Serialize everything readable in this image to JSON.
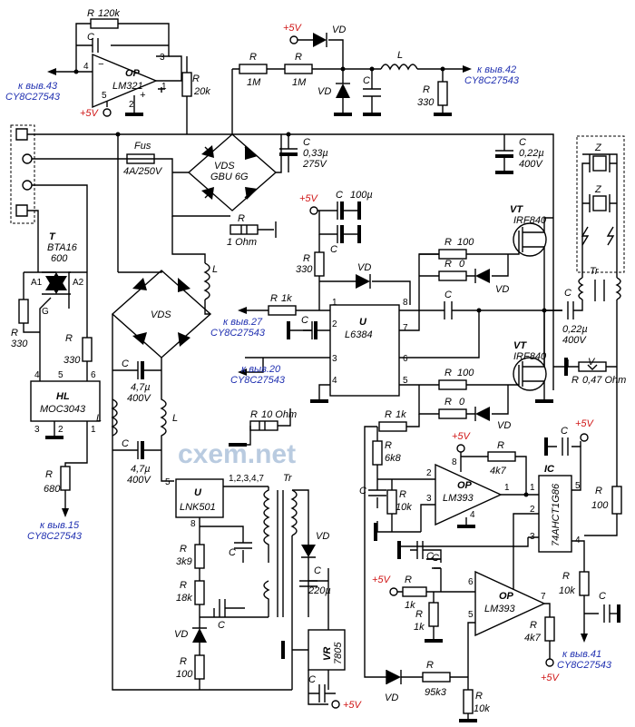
{
  "op_lm321": {
    "ref": "OP",
    "part": "LM321",
    "r_fb": "R",
    "r_fb_val": "120k",
    "c_fb": "C",
    "r_out": "R",
    "r_out_val": "20k",
    "pins": {
      "p1": "1",
      "p2": "2",
      "p3": "3",
      "p4": "4",
      "p5": "5"
    },
    "pc_label": "к выв.43",
    "pc_chip": "CY8C27543"
  },
  "supply_filter": {
    "r1": "R",
    "r1_val": "1M",
    "r2": "R",
    "r2_val": "1M",
    "vd1": "VD",
    "vd2": "VD",
    "c": "C",
    "l": "L",
    "r3": "R",
    "r3_val": "330",
    "pc_label": "к выв.42",
    "pc_chip": "CY8C27543"
  },
  "power": {
    "p5v": "+5V"
  },
  "mains": {
    "fuse": "Fus",
    "fuse_val": "4A/250V",
    "bridge": "VDS",
    "bridge_part": "GBU 6G",
    "c1": "C",
    "c1_val": "0,33µ",
    "c1_volt": "275V",
    "c2": "C",
    "c2_val": "0,22µ",
    "c2_volt": "400V",
    "rs": "R",
    "rs_val": "1 Ohm"
  },
  "triac": {
    "t": "T",
    "t_part": "BTA16",
    "t_val": "600",
    "a1": "A1",
    "a2": "A2",
    "g": "G",
    "r1": "R",
    "r1_val": "330",
    "r2": "R",
    "r2_val": "330",
    "hl": "HL",
    "hl_part": "MOC3043",
    "pins": {
      "p1": "1",
      "p2": "2",
      "p3": "3",
      "p4": "4",
      "p5": "5",
      "p6": "6"
    },
    "r3": "R",
    "r3_val": "680",
    "pc_label": "к выв.15",
    "pc_chip": "CY8C27543"
  },
  "aux_supply": {
    "l": "L",
    "bridge": "VDS",
    "c1": "C",
    "c1_val": "4,7µ",
    "c1_volt": "400V",
    "c2": "C",
    "c2_val": "4,7µ",
    "c2_volt": "400V",
    "l1": "L",
    "l2": "L"
  },
  "driver": {
    "u": "U",
    "u_part": "L6384",
    "c1": "C",
    "c1_val": "100µ",
    "c2": "C",
    "r1": "R",
    "r1_val": "330",
    "vd": "VD",
    "rin": "R",
    "rin_val": "1k",
    "c3": "C",
    "pins": {
      "p1": "1",
      "p2": "2",
      "p3": "3",
      "p4": "4",
      "p5": "5",
      "p6": "6",
      "p7": "7",
      "p8": "8"
    },
    "pc1_label": "к выв.27",
    "pc1_chip": "CY8C27543",
    "pc2_label": "к выв.20",
    "pc2_chip": "CY8C27543",
    "cb": "C"
  },
  "bridge_out": {
    "vt1": "VT",
    "vt1_part": "IRF840",
    "vt2": "VT",
    "vt2_part": "IRF840",
    "r1": "R",
    "r1_val": "100",
    "r2": "R",
    "r2_val": "0",
    "vd1": "VD",
    "r3": "R",
    "r3_val": "100",
    "r4": "R",
    "r4_val": "0",
    "vd2": "VD",
    "z1": "Z",
    "z2": "Z",
    "tr": "Tr",
    "c": "C",
    "c_val": "0,22µ",
    "c_volt": "400V",
    "rv": "R",
    "rv_val": "0,47 Ohm",
    "rv_sym": "V"
  },
  "current_sense": {
    "r": "R",
    "r_val": "10 Ohm"
  },
  "comp1": {
    "op": "OP",
    "part": "LM393",
    "r1": "R",
    "r1_val": "1k",
    "r2": "R",
    "r2_val": "6k8",
    "r3": "R",
    "r3_val": "10k",
    "r4": "R",
    "r4_val": "4k7",
    "c1": "C",
    "c2": "C",
    "pins": {
      "p1": "1",
      "p2": "2",
      "p3": "3",
      "p4": "4",
      "p8": "8"
    }
  },
  "xor": {
    "ic": "IC",
    "part": "74AHCT1G86",
    "c": "C",
    "r1": "R",
    "r1_val": "100",
    "r2": "R",
    "r2_val": "10k",
    "c2": "C",
    "c3": "C",
    "pins": {
      "p1": "1",
      "p2": "2",
      "p3": "3",
      "p4": "4",
      "p5": "5"
    },
    "pc_label": "к выв.41",
    "pc_chip": "CY8C27543"
  },
  "comp2": {
    "op": "OP",
    "part": "LM393",
    "r1": "R",
    "r1_val": "1k",
    "r2": "R",
    "r2_val": "1k",
    "r3": "R",
    "r3_val": "4k7",
    "r4": "R",
    "r4_val": "95k3",
    "r5": "R",
    "r5_val": "10k",
    "vd": "VD",
    "c": "C",
    "pins": {
      "p5": "5",
      "p6": "6",
      "p7": "7"
    }
  },
  "smps": {
    "u": "U",
    "u_part": "LNK501",
    "pins": {
      "p5": "5",
      "p8": "8",
      "p1237": "1,2,3,4,7"
    },
    "c1": "C",
    "r1": "R",
    "r1_val": "3k9",
    "r2": "R",
    "r2_val": "18k",
    "c2": "C",
    "vd": "VD",
    "r3": "R",
    "r3_val": "100",
    "tr": "Tr",
    "vd2": "VD",
    "c3": "C",
    "c3_val": "220µ",
    "c4": "C",
    "vr": "VR",
    "vr_part": "7805",
    "c5": "C"
  },
  "watermark": "cxem.net"
}
